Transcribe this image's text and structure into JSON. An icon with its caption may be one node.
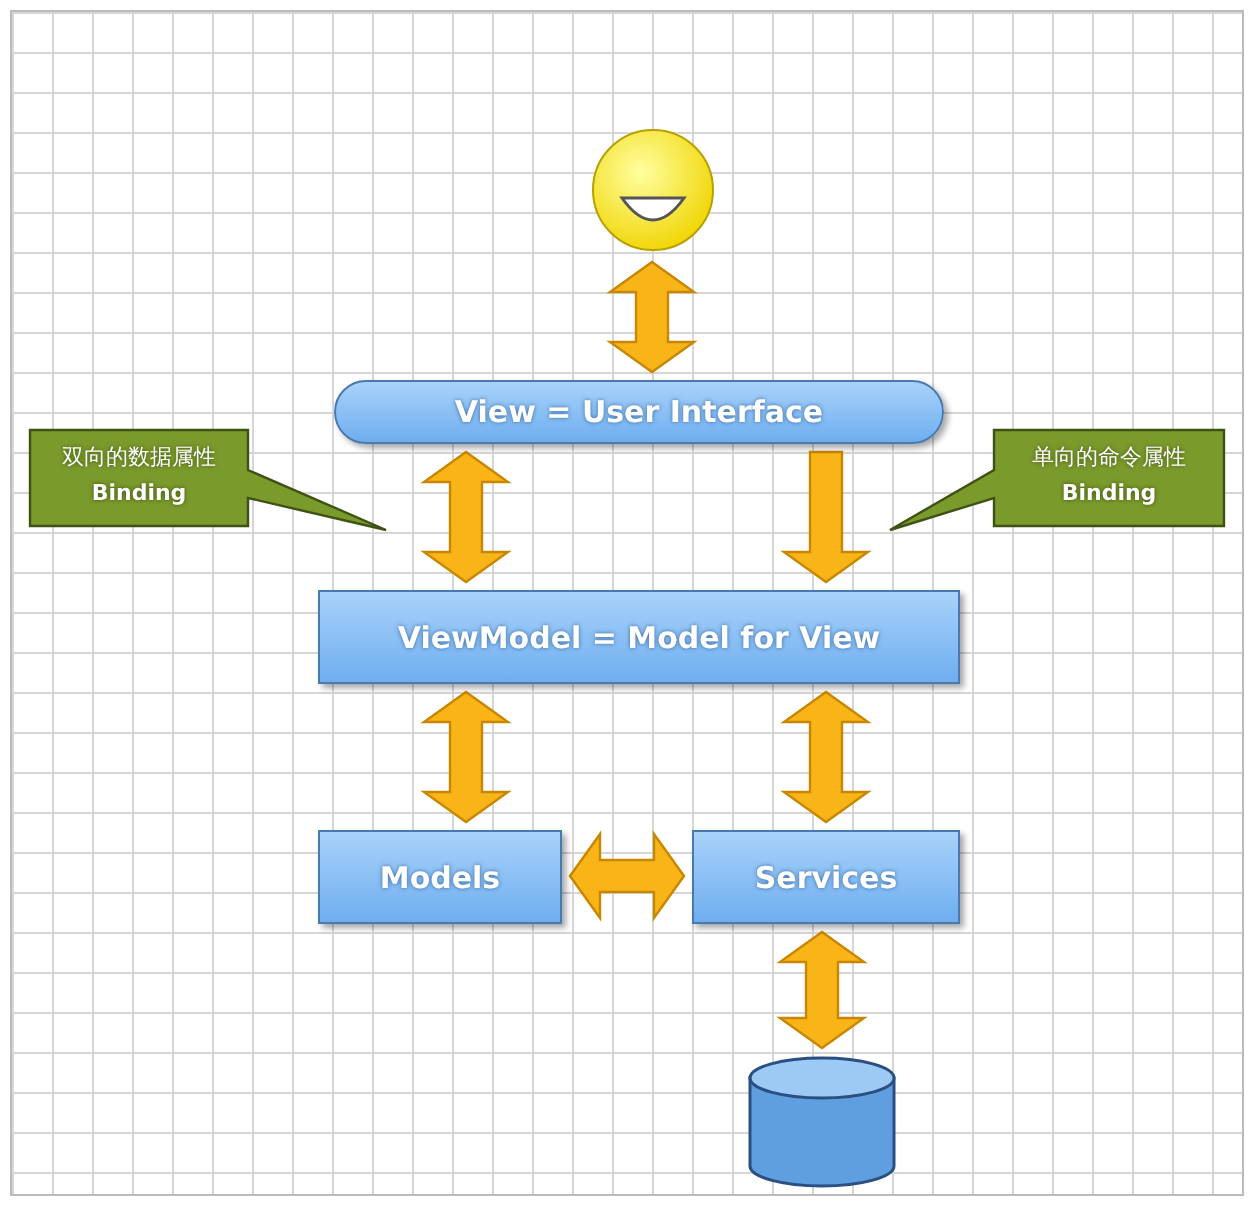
{
  "diagram": {
    "nodes": [
      {
        "text": [],
        "shape": "circle"
      },
      {
        "text": [
          "View = User Interface"
        ]
      },
      {
        "text": [
          "ViewModel = Model for View"
        ]
      },
      {
        "text": [
          "Models"
        ]
      },
      {
        "text": [
          "Services"
        ]
      },
      {
        "text": [],
        "shape": "cylinder"
      },
      {
        "text": [
          "双向的数据属性",
          "Binding"
        ]
      },
      {
        "text": [
          "单向的命令属性",
          "Binding"
        ]
      }
    ],
    "edges": [
      {
        "from": 0,
        "to": 1,
        "arrow": "both"
      },
      {
        "from": 1,
        "to": 2,
        "arrow": "both"
      },
      {
        "from": 1,
        "to": 2,
        "arrow": "to"
      },
      {
        "from": 2,
        "to": 3,
        "arrow": "both"
      },
      {
        "from": 2,
        "to": 4,
        "arrow": "both"
      },
      {
        "from": 3,
        "to": 4,
        "arrow": "both"
      },
      {
        "from": 4,
        "to": 5,
        "arrow": "both"
      }
    ]
  }
}
